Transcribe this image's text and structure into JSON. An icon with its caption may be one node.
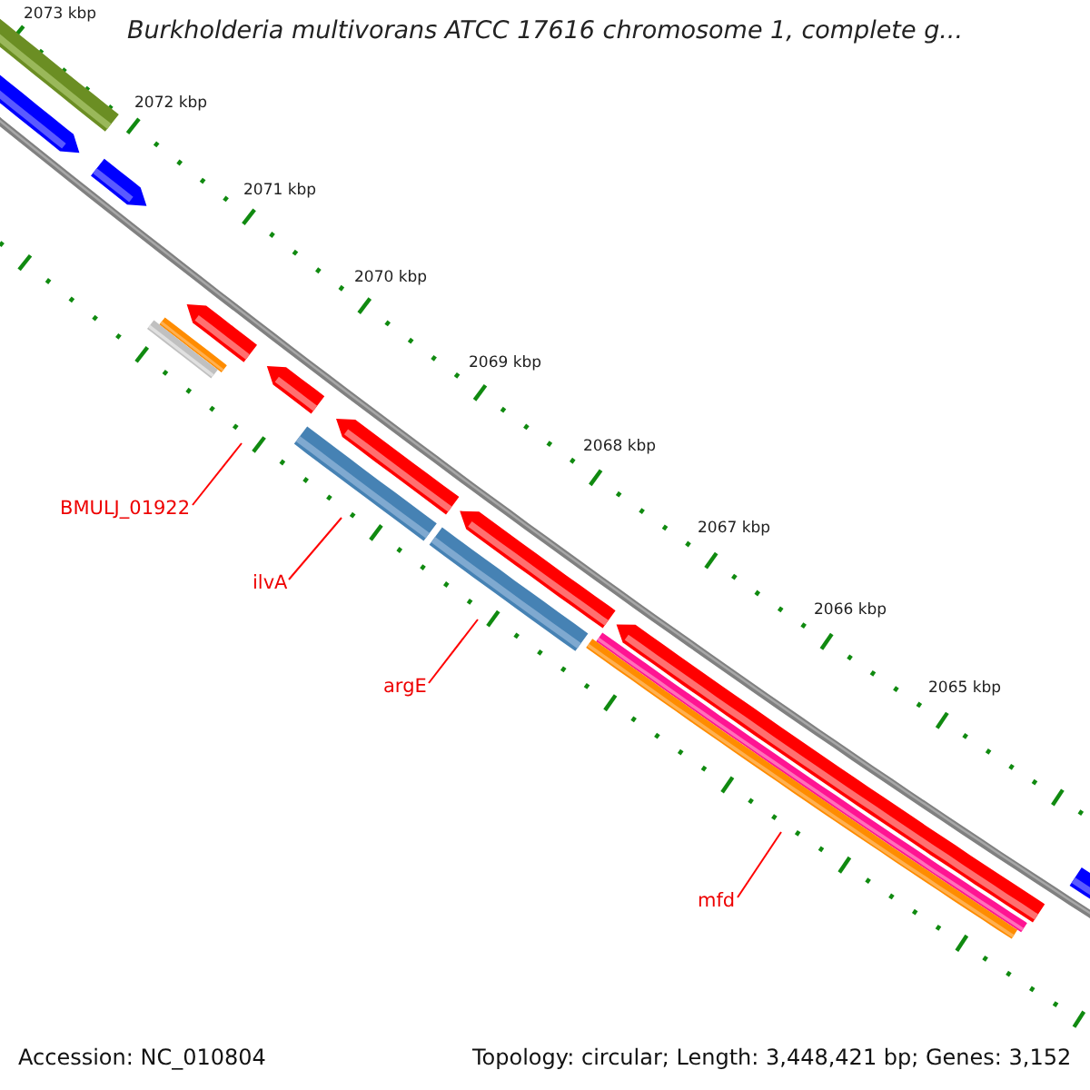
{
  "diagram": {
    "title": "Burkholderia multivorans ATCC 17616 chromosome 1, complete g...",
    "nodes": [
      {
        "text": [
          "BMULJ_01922"
        ]
      },
      {
        "text": [
          "ilvA"
        ]
      },
      {
        "text": [
          "argE"
        ]
      },
      {
        "text": [
          "mfd"
        ]
      }
    ],
    "edges": [
      {
        "from": 0,
        "to": null,
        "arrow": "none"
      },
      {
        "from": 1,
        "to": null,
        "arrow": "none"
      },
      {
        "from": 2,
        "to": null,
        "arrow": "none"
      },
      {
        "from": 3,
        "to": null,
        "arrow": "none"
      }
    ],
    "labels": [
      "2073 kbp",
      "2072 kbp",
      "2071 kbp",
      "2070 kbp",
      "2069 kbp",
      "2068 kbp",
      "2067 kbp",
      "2066 kbp",
      "2065 kbp",
      "Accession: NC_010804",
      "Topology: circular; Length: 3,448,421 bp; Genes: 3,152"
    ]
  }
}
